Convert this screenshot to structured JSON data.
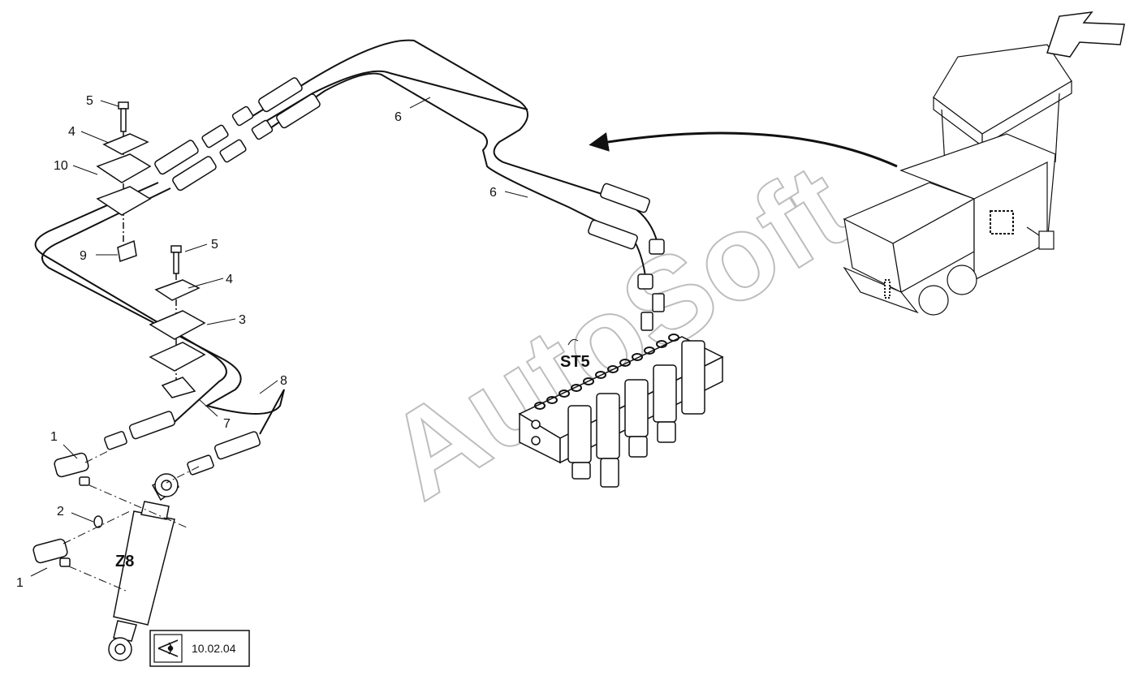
{
  "watermark": "AutoSoft",
  "callouts": {
    "c1a": "1",
    "c1b": "1",
    "c2": "2",
    "c3": "3",
    "c4a": "4",
    "c4b": "4",
    "c5a": "5",
    "c5b": "5",
    "c6a": "6",
    "c6b": "6",
    "c7": "7",
    "c8": "8",
    "c9": "9",
    "c10": "10"
  },
  "components": {
    "cylinder": "Z8",
    "valve_block": "ST5"
  },
  "reference_box": {
    "icon": "view-eye-icon",
    "text": "10.02.04"
  },
  "colors": {
    "line": "#111111",
    "watermark": "#bdbdbd"
  }
}
